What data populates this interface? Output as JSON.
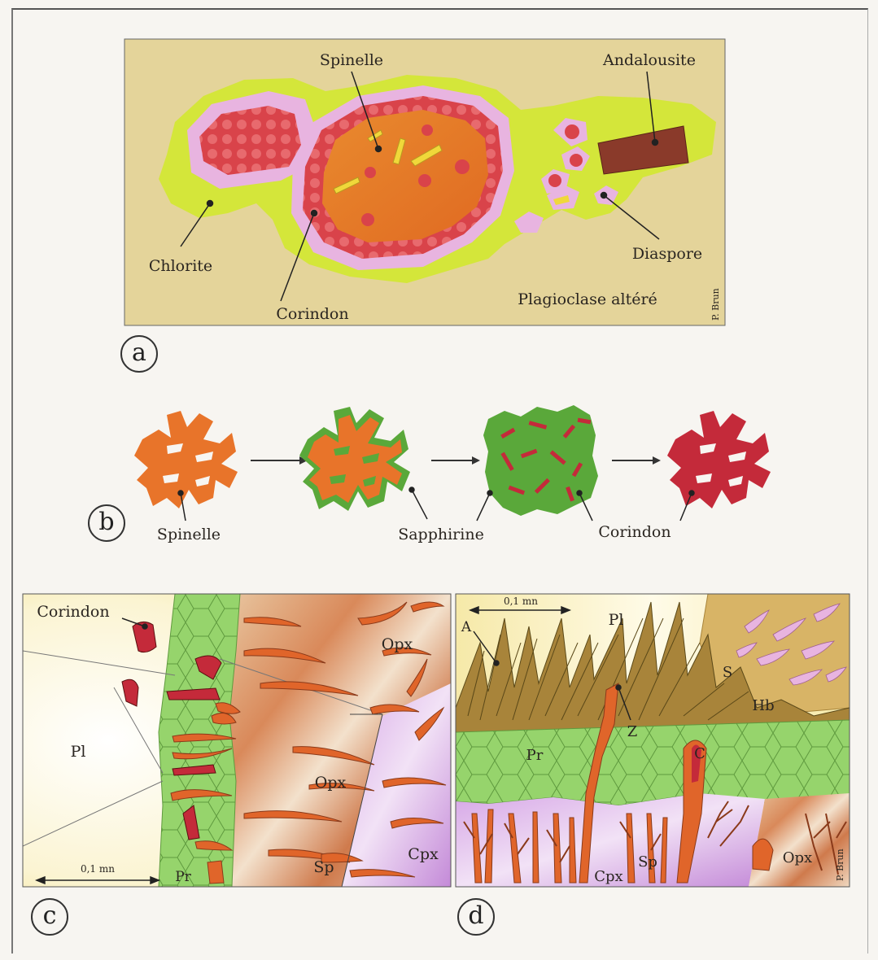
{
  "panel_a": {
    "letter": "a",
    "labels": {
      "spinelle": "Spinelle",
      "andalousite": "Andalousite",
      "chlorite": "Chlorite",
      "diaspore": "Diaspore",
      "corindon": "Corindon",
      "plagioclase": "Plagioclase altéré"
    },
    "credit": "P. Brun"
  },
  "panel_b": {
    "letter": "b",
    "labels": {
      "spinelle": "Spinelle",
      "sapphirine": "Sapphirine",
      "corindon": "Corindon"
    }
  },
  "panel_c": {
    "letter": "c",
    "labels": {
      "corindon": "Corindon",
      "opx_top": "Opx",
      "opx_mid": "Opx",
      "pl": "Pl",
      "sp": "Sp",
      "cpx": "Cpx",
      "pr": "Pr"
    },
    "scale": "0,1 mn"
  },
  "panel_d": {
    "letter": "d",
    "labels": {
      "a": "A",
      "pl": "Pl",
      "s": "S",
      "hb": "Hb",
      "pr": "Pr",
      "z": "Z",
      "c": "C",
      "sp": "Sp",
      "cpx": "Cpx",
      "opx": "Opx"
    },
    "scale": "0,1 mn",
    "credit": "P. Brun"
  },
  "colors": {
    "chlorite": "#d4e63a",
    "background_a": "#e4d49a",
    "pink_rim": "#e8b4e0",
    "corundum": "#d8363a",
    "spinel": "#e8742a",
    "andalousite": "#8a3a2a",
    "sapphirine": "#5aa83a",
    "corundum_dark": "#c42a3a",
    "pyroxene_green": "#8fd06a",
    "amphibole": "#a8843a"
  }
}
